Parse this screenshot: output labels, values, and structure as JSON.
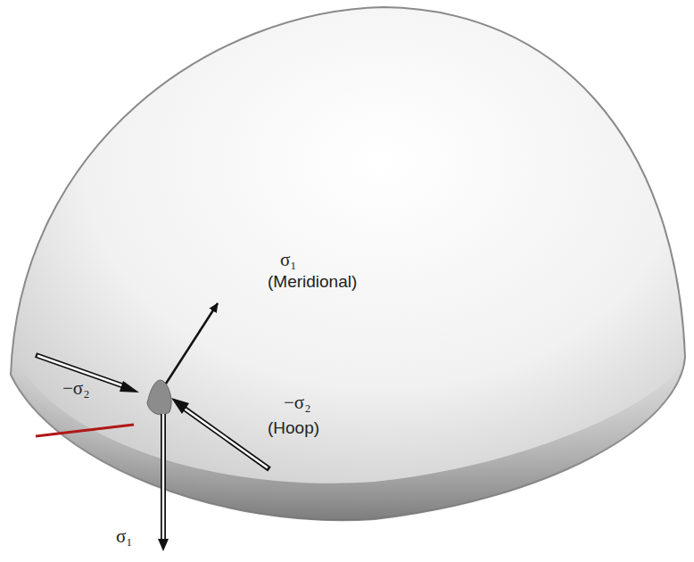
{
  "diagram": {
    "labels": [
      "σ₁",
      "(Meridional)",
      "−σ₂",
      "−σ₂",
      "(Hoop)",
      "σ₁"
    ]
  }
}
